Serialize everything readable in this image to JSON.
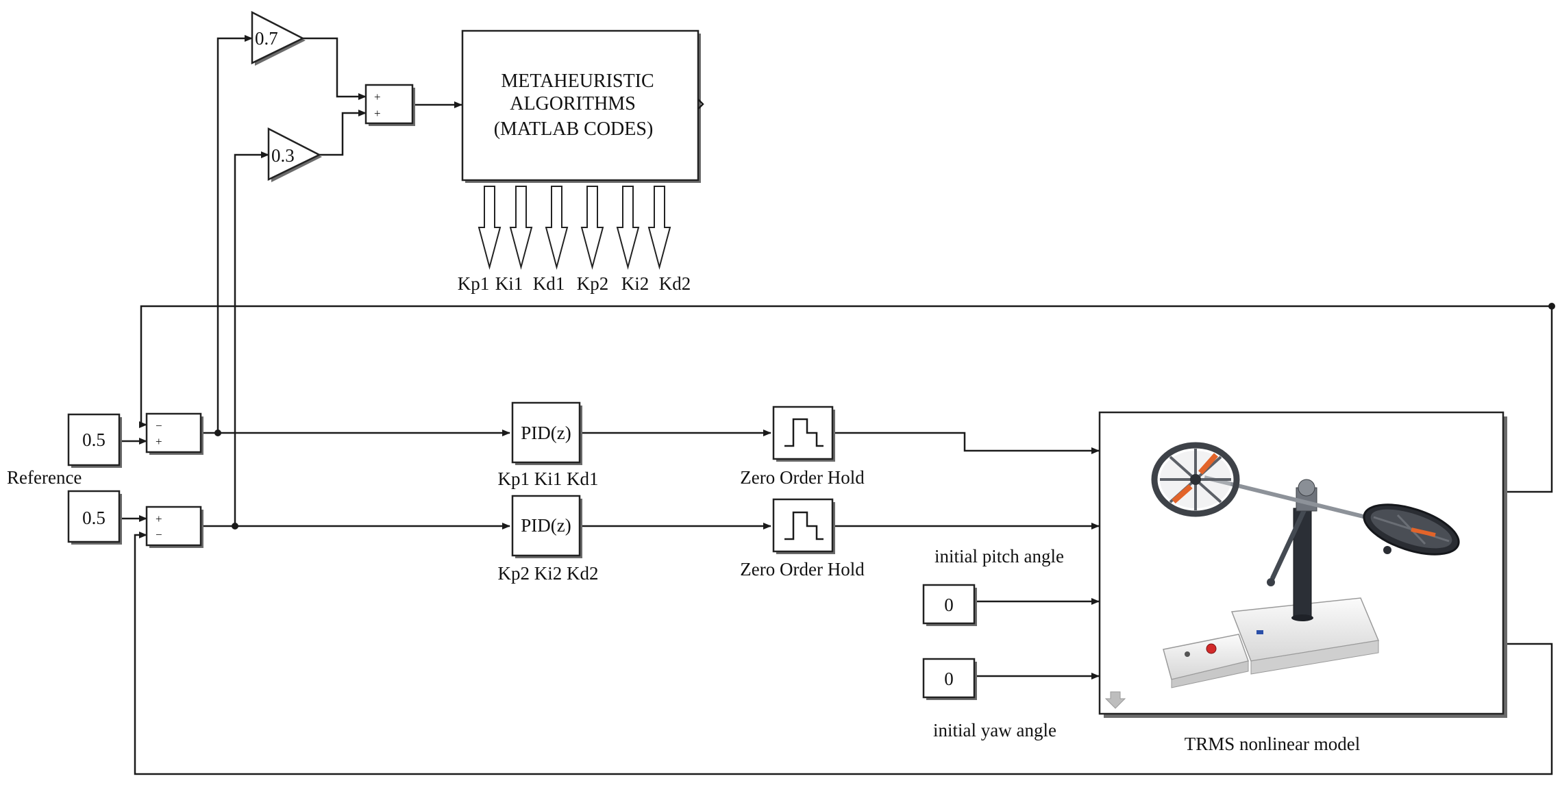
{
  "colors": {
    "line": "#1a1a1a",
    "block_fill": "#ffffff",
    "shadow": "#6b6b6b"
  },
  "gains": {
    "g1": "0.7",
    "g2": "0.3"
  },
  "sum_blocks": {
    "top": {
      "s1": "+",
      "s2": "+"
    },
    "upper": {
      "s1": "−",
      "s2": "+"
    },
    "lower": {
      "s1": "+",
      "s2": "−"
    }
  },
  "optimizer": {
    "line1": "METAHEURISTIC",
    "line2": "ALGORITHMS",
    "line3": "(MATLAB CODES)",
    "params": [
      "Kp1",
      "Ki1",
      "Kd1",
      "Kp2",
      "Ki2",
      "Kd2"
    ]
  },
  "references": {
    "c1": "0.5",
    "c2": "0.5",
    "label": "Reference"
  },
  "pid": {
    "p1": {
      "text": "PID(z)",
      "label": "Kp1 Ki1 Kd1"
    },
    "p2": {
      "text": "PID(z)",
      "label": "Kp2 Ki2 Kd2"
    }
  },
  "zoh": {
    "z1": "Zero Order Hold",
    "z2": "Zero Order Hold"
  },
  "initial": {
    "pitch": {
      "value": "0",
      "label": "initial pitch angle"
    },
    "yaw": {
      "value": "0",
      "label": "initial yaw angle"
    }
  },
  "model": {
    "label": "TRMS nonlinear model",
    "image_icon": "trms-apparatus-photo"
  }
}
